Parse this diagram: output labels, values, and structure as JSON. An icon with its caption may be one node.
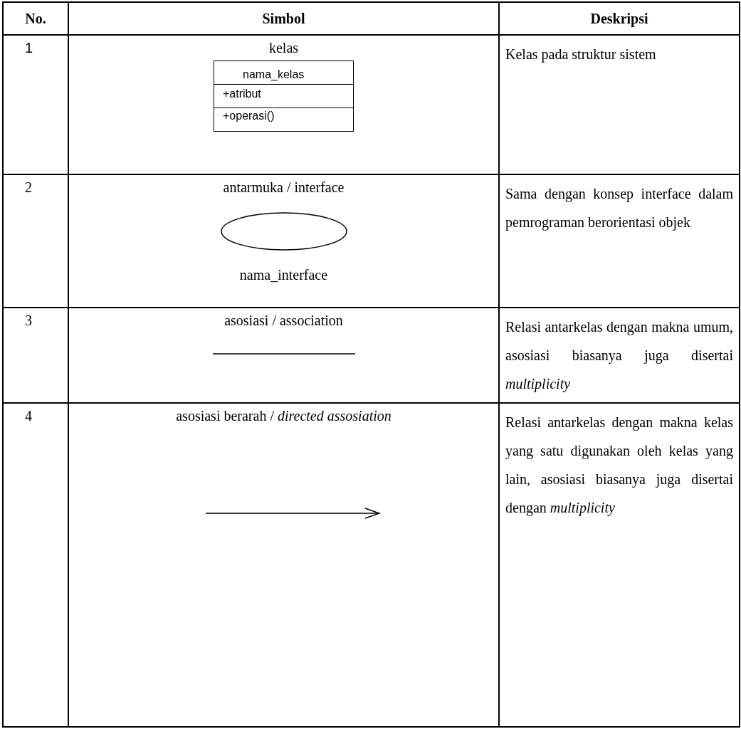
{
  "diagram": {
    "nodes": [
      {
        "text": [
          "nama_kelas",
          "+atribut",
          "+operasi()"
        ]
      },
      {
        "text": [],
        "shape": "ellipse",
        "beside": [
          "nama_interface"
        ]
      }
    ],
    "labels": [
      "No.",
      "Simbol",
      "Deskripsi",
      "1",
      "kelas",
      "Kelas pada struktur sistem",
      "2",
      "antarmuka / interface",
      "Sama dengan konsep interface dalam pemrograman berorientasi objek",
      "3",
      "asosiasi / association",
      "Relasi antarkelas dengan makna umum, asosiasi biasanya juga disertai *multiplicity*",
      "4",
      "asosiasi berarah / *directed assosiation*",
      "Relasi antarkelas dengan makna kelas yang satu digunakan oleh kelas yang lain, asosiasi biasanya juga disertai dengan *multiplicity*"
    ]
  }
}
